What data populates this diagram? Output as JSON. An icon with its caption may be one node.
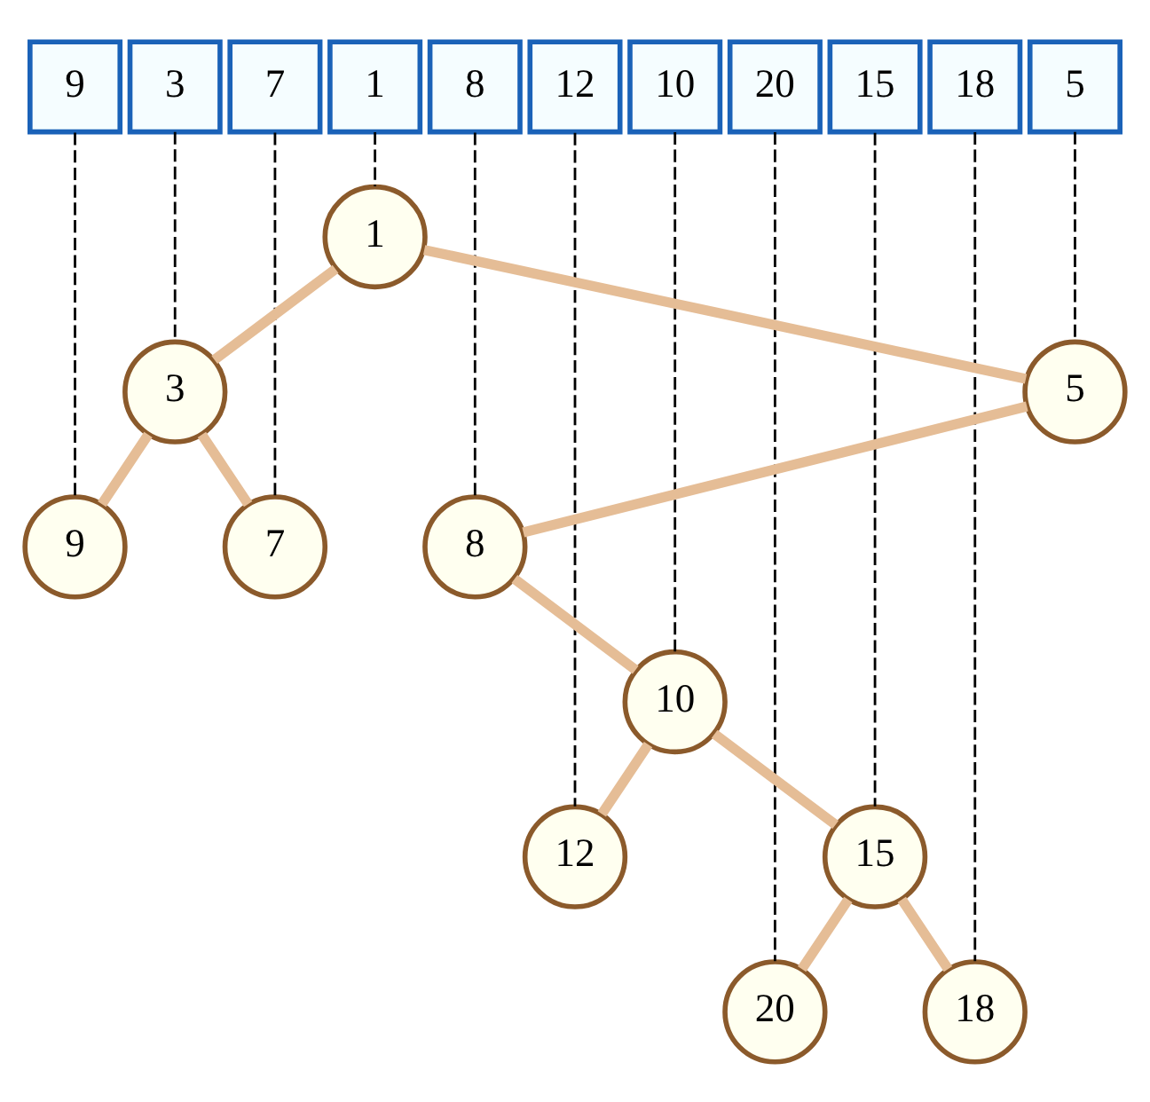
{
  "diagram": {
    "nodes": [
      {
        "text": [
          "9"
        ]
      },
      {
        "text": [
          "3"
        ]
      },
      {
        "text": [
          "7"
        ]
      },
      {
        "text": [
          "1"
        ]
      },
      {
        "text": [
          "8"
        ]
      },
      {
        "text": [
          "12"
        ]
      },
      {
        "text": [
          "10"
        ]
      },
      {
        "text": [
          "20"
        ]
      },
      {
        "text": [
          "15"
        ]
      },
      {
        "text": [
          "18"
        ]
      },
      {
        "text": [
          "5"
        ]
      },
      {
        "text": [
          "1"
        ]
      },
      {
        "text": [
          "3"
        ]
      },
      {
        "text": [
          "5"
        ]
      },
      {
        "text": [
          "9"
        ]
      },
      {
        "text": [
          "7"
        ]
      },
      {
        "text": [
          "8"
        ]
      },
      {
        "text": [
          "10"
        ]
      },
      {
        "text": [
          "12"
        ]
      },
      {
        "text": [
          "15"
        ]
      },
      {
        "text": [
          "20"
        ]
      },
      {
        "text": [
          "18"
        ]
      }
    ],
    "edges": [
      {
        "from": 0,
        "to": 14,
        "arrow": "none",
        "style": "dashed"
      },
      {
        "from": 1,
        "to": 12,
        "arrow": "none",
        "style": "dashed"
      },
      {
        "from": 2,
        "to": 15,
        "arrow": "none",
        "style": "dashed"
      },
      {
        "from": 3,
        "to": 11,
        "arrow": "none",
        "style": "dashed"
      },
      {
        "from": 4,
        "to": 16,
        "arrow": "none",
        "style": "dashed"
      },
      {
        "from": 5,
        "to": 18,
        "arrow": "none",
        "style": "dashed"
      },
      {
        "from": 6,
        "to": 17,
        "arrow": "none",
        "style": "dashed"
      },
      {
        "from": 7,
        "to": 20,
        "arrow": "none",
        "style": "dashed"
      },
      {
        "from": 8,
        "to": 19,
        "arrow": "none",
        "style": "dashed"
      },
      {
        "from": 9,
        "to": 21,
        "arrow": "none",
        "style": "dashed"
      },
      {
        "from": 10,
        "to": 13,
        "arrow": "none",
        "style": "dashed"
      },
      {
        "from": 11,
        "to": 12,
        "arrow": "none",
        "style": "thick",
        "color": "#e5bd96"
      },
      {
        "from": 11,
        "to": 13,
        "arrow": "none",
        "style": "thick",
        "color": "#e5bd96"
      },
      {
        "from": 12,
        "to": 14,
        "arrow": "none",
        "style": "thick",
        "color": "#e5bd96"
      },
      {
        "from": 12,
        "to": 15,
        "arrow": "none",
        "style": "thick",
        "color": "#e5bd96"
      },
      {
        "from": 13,
        "to": 16,
        "arrow": "none",
        "style": "thick",
        "color": "#e5bd96"
      },
      {
        "from": 16,
        "to": 17,
        "arrow": "none",
        "style": "thick",
        "color": "#e5bd96"
      },
      {
        "from": 17,
        "to": 18,
        "arrow": "none",
        "style": "thick",
        "color": "#e5bd96"
      },
      {
        "from": 17,
        "to": 19,
        "arrow": "none",
        "style": "thick",
        "color": "#e5bd96"
      },
      {
        "from": 19,
        "to": 20,
        "arrow": "none",
        "style": "thick",
        "color": "#e5bd96"
      },
      {
        "from": 19,
        "to": 21,
        "arrow": "none",
        "style": "thick",
        "color": "#e5bd96"
      }
    ]
  }
}
